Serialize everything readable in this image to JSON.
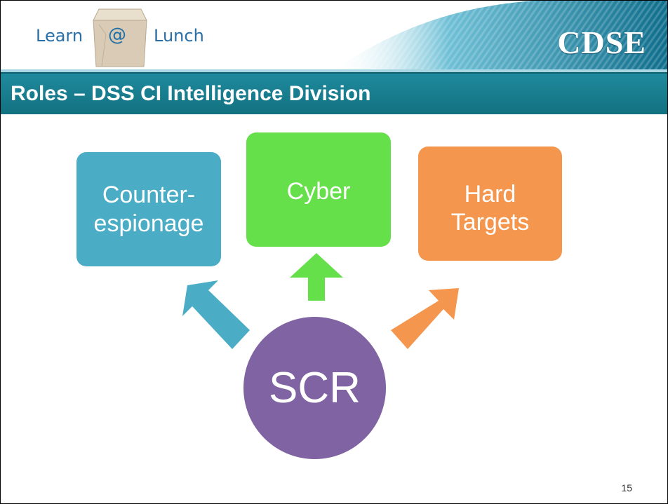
{
  "header": {
    "logo": {
      "left_text": "Learn",
      "mid_text": "@",
      "right_text": "Lunch"
    },
    "brand": "CDSE"
  },
  "slide": {
    "title": "Roles – DSS CI Intelligence Division",
    "page_number": "15"
  },
  "diagram": {
    "center": {
      "label": "SCR",
      "color": "#7f63a2"
    },
    "boxes": [
      {
        "lines": [
          "Counter-",
          "espionage"
        ],
        "color": "#4aacc5"
      },
      {
        "lines": [
          "Cyber"
        ],
        "color": "#66e04a"
      },
      {
        "lines": [
          "Hard",
          "Targets"
        ],
        "color": "#f5964e"
      }
    ]
  }
}
